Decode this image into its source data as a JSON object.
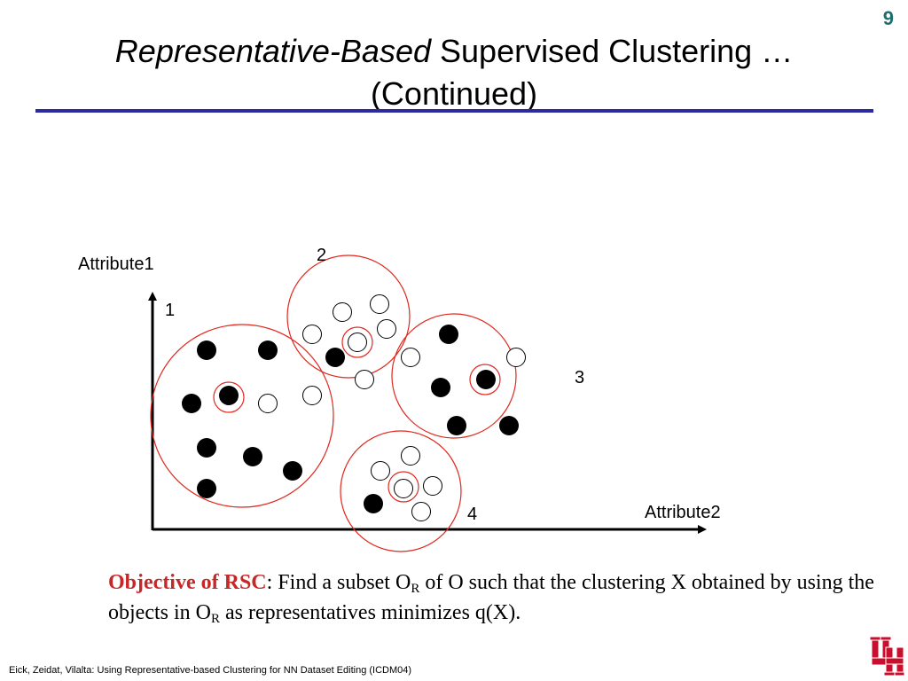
{
  "slide_number": "9",
  "title": {
    "italic_part": "Representative-Based",
    "rest_line1": "Supervised Clustering …",
    "line2": "(Continued)"
  },
  "diagram": {
    "y_axis_label": "Attribute1",
    "x_axis_label": "Attribute2",
    "cluster_labels": [
      "1",
      "2",
      "3",
      "4"
    ],
    "colors": {
      "circle": "#e0281e",
      "filled": "#000000",
      "hollow": "#ffffff",
      "axis": "#000000"
    }
  },
  "objective": {
    "label": "Objective of RSC",
    "text_a": ": Find a subset O",
    "sub_a": "R",
    "text_b": " of O such that the clustering X obtained by using the objects in O",
    "sub_b": "R",
    "text_c": " as representatives minimizes q(X)."
  },
  "footer": "Eick, Zeidat, Vilalta: Using Representative-based Clustering for NN Dataset Editing (ICDM04)",
  "logo": {
    "text": "UH",
    "color": "#c8102e"
  }
}
